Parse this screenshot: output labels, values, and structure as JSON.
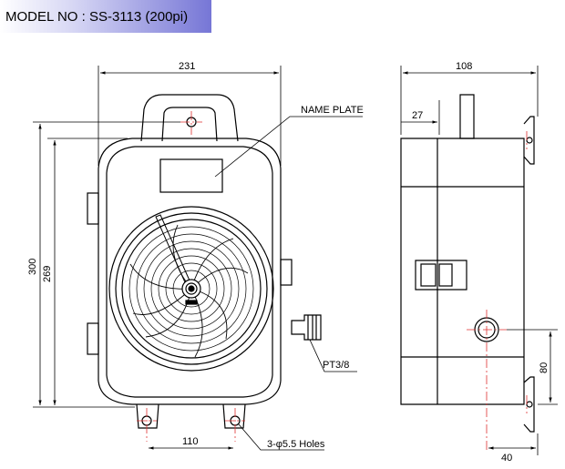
{
  "header": {
    "title": "MODEL NO : SS-3113 (200pi)"
  },
  "front_view": {
    "width_dim": "231",
    "height_dim": "300",
    "height_inner_dim": "269",
    "hole_spacing_dim": "110",
    "name_plate_label": "NAME PLATE",
    "port_label": "PT3/8",
    "holes_label": "3-φ5.5 Holes"
  },
  "side_view": {
    "depth_dim": "108",
    "offset_dim": "27",
    "port_height_dim": "80",
    "port_depth_dim": "40"
  },
  "colors": {
    "line": "#000000",
    "centerline": "#e03030",
    "header_accent": "#7676d6"
  }
}
